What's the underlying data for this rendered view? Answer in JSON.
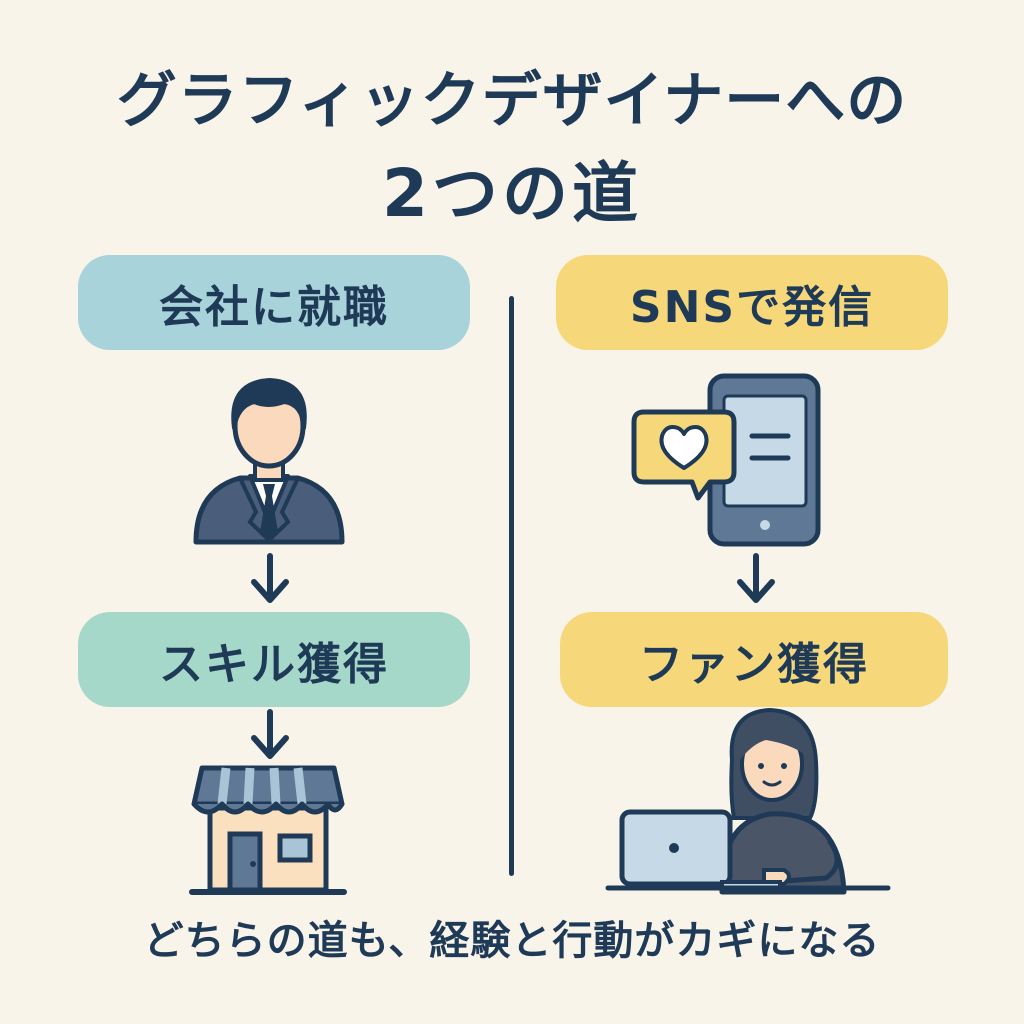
{
  "title": {
    "line1": "グラフィックデザイナーへの",
    "line2": "2つの道"
  },
  "left_path": {
    "step1": "会社に就職",
    "step2": "スキル獲得",
    "icons": [
      "businessman-icon",
      "arrow-down-icon",
      "arrow-down-icon",
      "shop-icon"
    ]
  },
  "right_path": {
    "step1": "SNSで発信",
    "step2": "ファン獲得",
    "icons": [
      "smartphone-heart-icon",
      "arrow-down-icon",
      "woman-laptop-icon"
    ]
  },
  "footer": "どちらの道も、経験と行動がカギになる",
  "colors": {
    "background": "#f8f4ea",
    "text": "#1f3a56",
    "left_top_pill": "#a8d3da",
    "left_mid_pill": "#a6d8c9",
    "right_pill": "#f6d87a"
  }
}
